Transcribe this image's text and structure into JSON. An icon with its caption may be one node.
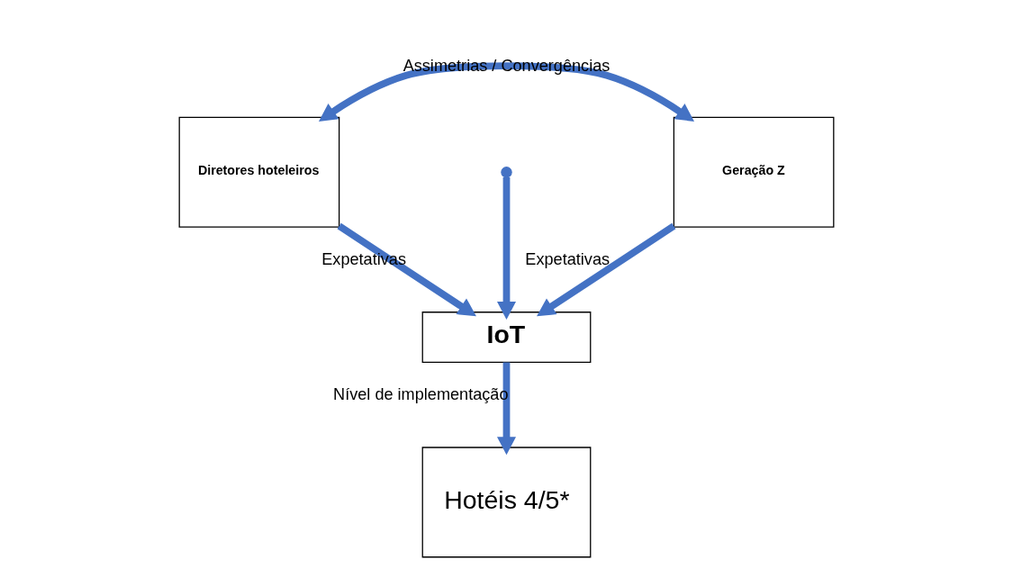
{
  "diagram": {
    "nodes": [
      {
        "text": [
          "Diretores hoteleiros"
        ]
      },
      {
        "text": [
          "Geração Z"
        ]
      },
      {
        "text": [
          "IoT"
        ]
      },
      {
        "text": [
          "Hotéis 4/5*"
        ]
      }
    ],
    "edges": [
      {
        "from": 0,
        "to": 1,
        "arrow": "both",
        "label": "Assimetrias / Convergências"
      },
      {
        "from": null,
        "to": 2,
        "arrow": "to"
      },
      {
        "from": 0,
        "to": 2,
        "arrow": "to",
        "label": "Expetativas"
      },
      {
        "from": 1,
        "to": 2,
        "arrow": "to",
        "label": "Expetativas"
      },
      {
        "from": 2,
        "to": 3,
        "arrow": "to",
        "label": "Nível de implementação"
      }
    ]
  }
}
